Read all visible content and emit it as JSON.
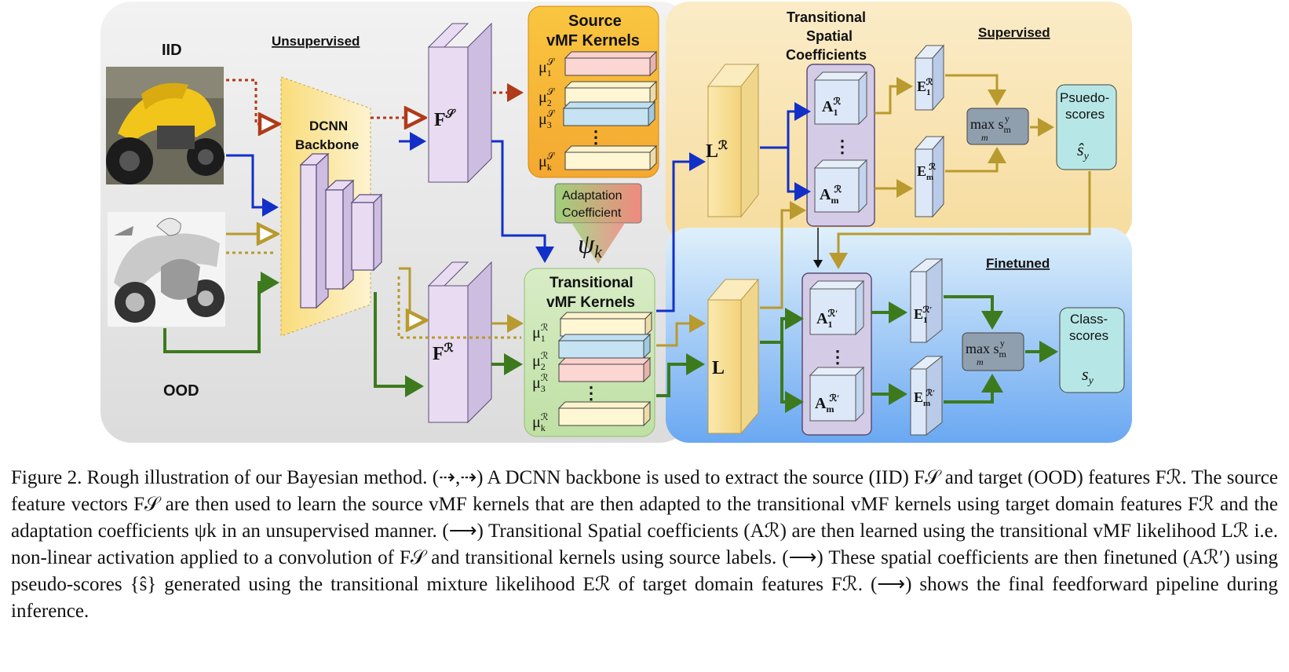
{
  "labels": {
    "iid": "IID",
    "ood": "OOD",
    "unsupervised": "Unsupervised",
    "supervised": "Supervised",
    "finetuned": "Finetuned",
    "backbone_line1": "DCNN",
    "backbone_line2": "Backbone",
    "source_vmf_line1": "Source",
    "source_vmf_line2": "vMF Kernels",
    "transitional_vmf_line1": "Transitional",
    "transitional_vmf_line2": "vMF Kernels",
    "tsc_line1": "Transitional",
    "tsc_line2": "Spatial",
    "tsc_line3": "Coefficients",
    "adaptation_line1": "Adaptation",
    "adaptation_line2": "Coefficient",
    "pseudo_line1": "Psuedo-",
    "pseudo_line2": "scores",
    "class_line1": "Class-",
    "class_line2": "scores"
  },
  "math": {
    "fs": "F",
    "fs_sup": "𝒮",
    "fr": "F",
    "fr_sup": "ℛ",
    "lr": "L",
    "lr_sup": "ℛ",
    "l": "L",
    "psi": "ψ",
    "psi_sub": "k",
    "max_top": "max s",
    "max_sup": "y",
    "max_sub": "m",
    "max_below": "m",
    "shat": "ŝ",
    "shat_sub": "y",
    "sy": "s",
    "sy_sub": "y",
    "dots": "⋮",
    "mu": "μ",
    "source_kernel_labels": [
      {
        "sup": "𝒮",
        "sub": "1"
      },
      {
        "sup": "𝒮",
        "sub": "2"
      },
      {
        "sup": "𝒮",
        "sub": "3"
      },
      {
        "sup": "𝒮",
        "sub": "k"
      }
    ],
    "trans_kernel_labels": [
      {
        "sup": "ℛ",
        "sub": "1"
      },
      {
        "sup": "ℛ",
        "sub": "2"
      },
      {
        "sup": "ℛ",
        "sub": "3"
      },
      {
        "sup": "ℛ",
        "sub": "k"
      }
    ],
    "a_top": {
      "base": "A",
      "sup": "ℛ",
      "sub": "1"
    },
    "a_bottom": {
      "base": "A",
      "sup": "ℛ",
      "sub": "m"
    },
    "a_ft_top": {
      "base": "A",
      "sup": "ℛ′",
      "sub": "1"
    },
    "a_ft_bottom": {
      "base": "A",
      "sup": "ℛ′",
      "sub": "m"
    },
    "e_top": {
      "base": "E",
      "sup": "ℛ",
      "sub": "1"
    },
    "e_bottom": {
      "base": "E",
      "sup": "ℛ",
      "sub": "m"
    },
    "e_ft_top": {
      "base": "E",
      "sup": "ℛ′",
      "sub": "1"
    },
    "e_ft_bottom": {
      "base": "E",
      "sup": "ℛ′",
      "sub": "m"
    }
  },
  "colors": {
    "red_dotted": "#b03a1a",
    "yellow_dotted": "#b89a2e",
    "blue": "#1230c8",
    "yellow": "#b89a2e",
    "green": "#3d7a1e",
    "black": "#111111"
  },
  "caption": "Figure 2. Rough illustration of our Bayesian method. (⇢,⇢) A DCNN backbone is used to extract the source (IID) F𝒮 and target (OOD) features Fℛ. The source feature vectors F𝒮 are then used to learn the source vMF kernels that are then adapted to the transitional vMF kernels using target domain features Fℛ and the adaptation coefficients ψk in an unsupervised manner. (⟶) Transitional Spatial coefficients (Aℛ) are then learned using the transitional vMF likelihood Lℛ i.e. non-linear activation applied to a convolution of F𝒮 and transitional kernels using source labels. (⟶) These spatial coefficients are then finetuned (Aℛ′) using pseudo-scores {ŝ} generated using the transitional mixture likelihood Eℛ of target domain features Fℛ. (⟶) shows the final feedforward pipeline during inference."
}
